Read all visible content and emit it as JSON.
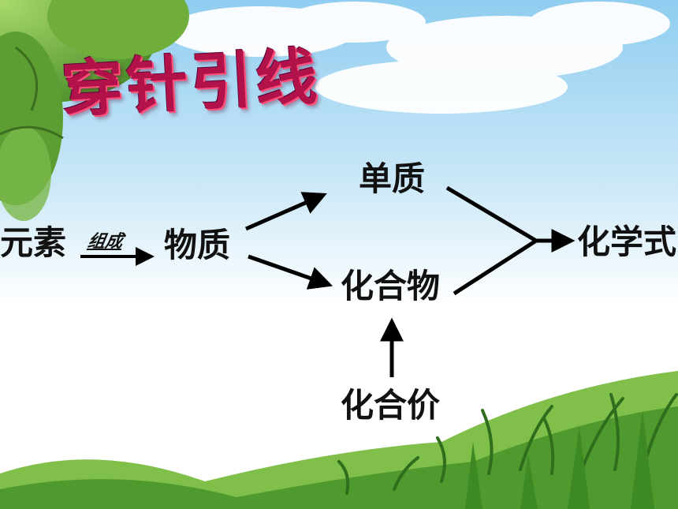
{
  "title": "穿针引线",
  "nodes": {
    "element": "元素",
    "substance": "物质",
    "simple_substance": "单质",
    "compound": "化合物",
    "valence": "化合价",
    "formula": "化学式"
  },
  "edge_labels": {
    "compose": "组成"
  },
  "colors": {
    "title": "#b2124a",
    "arrow": "#000000",
    "sky": "#7cc3ec",
    "grass": "#3f8f2a"
  }
}
